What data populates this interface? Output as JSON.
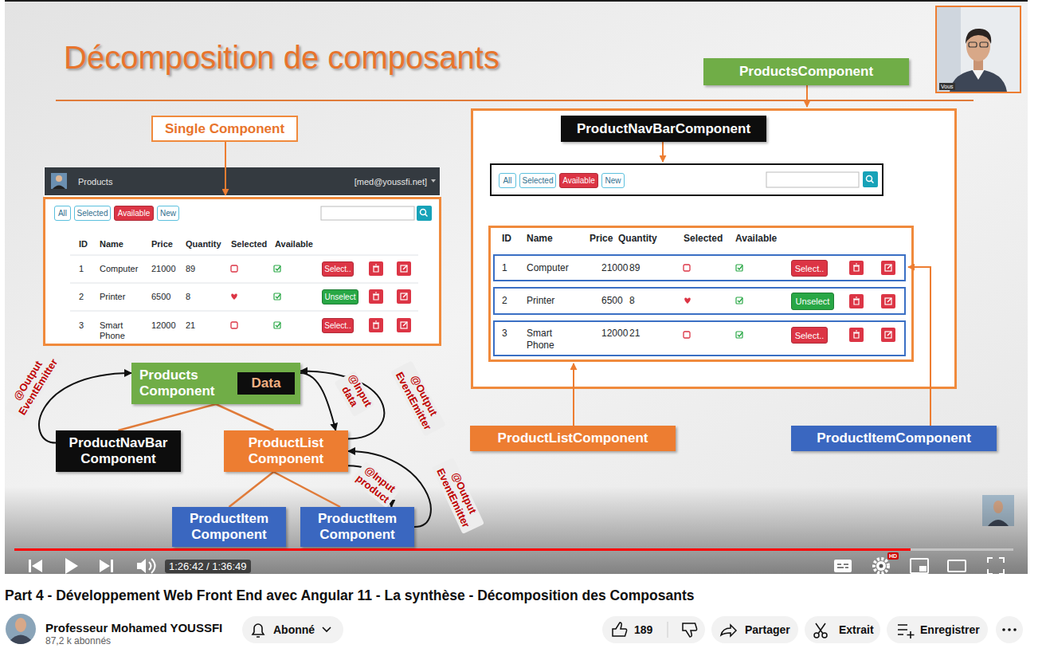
{
  "diagram": {
    "title": "Décomposition de composants",
    "nodes": [
      {
        "text": [
          "Single Component"
        ]
      },
      {
        "text": [
          "ProductsComponent"
        ]
      },
      {
        "text": [
          "ProductNavBarComponent"
        ]
      },
      {
        "text": [
          "Products",
          "[med@youssfi.net]"
        ]
      },
      {
        "text": [
          "All"
        ]
      },
      {
        "text": [
          "Selected"
        ]
      },
      {
        "text": [
          "Available"
        ]
      },
      {
        "text": [
          "New"
        ]
      },
      {
        "text": [
          "All"
        ]
      },
      {
        "text": [
          "Selected"
        ]
      },
      {
        "text": [
          "Available"
        ]
      },
      {
        "text": [
          "New"
        ]
      },
      {
        "text": [
          "Select.."
        ]
      },
      {
        "text": [
          "Unselect"
        ]
      },
      {
        "text": [
          "Select.."
        ]
      },
      {
        "text": [
          "Select.."
        ]
      },
      {
        "text": [
          "Unselect"
        ]
      },
      {
        "text": [
          "Select.."
        ]
      },
      {
        "text": [
          "Products Component"
        ]
      },
      {
        "text": [
          "Data"
        ],
        "in": 18
      },
      {
        "text": [
          "ProductNavBar Component"
        ]
      },
      {
        "text": [
          "ProductList Component"
        ]
      },
      {
        "text": [
          "ProductListComponent"
        ]
      },
      {
        "text": [
          "ProductItemComponent"
        ]
      },
      {
        "text": [
          "ProductItem Component"
        ]
      },
      {
        "text": [
          "ProductItem Component"
        ]
      },
      {
        "text": [
          "Abonné"
        ]
      },
      {
        "text": [
          "189"
        ]
      },
      {
        "text": [
          "Partager"
        ]
      },
      {
        "text": [
          "Extrait"
        ]
      },
      {
        "text": [
          "Enregistrer"
        ]
      }
    ],
    "edges": [
      {
        "from": 18,
        "to": 20,
        "arrow": "none"
      },
      {
        "from": 18,
        "to": 21,
        "arrow": "none"
      },
      {
        "from": 21,
        "to": 24,
        "arrow": "none"
      },
      {
        "from": 21,
        "to": 25,
        "arrow": "none"
      },
      {
        "from": 20,
        "to": 18,
        "label": "@Output EventEmitter",
        "arrow": "to"
      },
      {
        "from": 18,
        "to": 21,
        "label": "@Input data",
        "arrow": "to"
      },
      {
        "from": 21,
        "to": 18,
        "label": "@Output EventEmitter",
        "arrow": "to"
      },
      {
        "from": 21,
        "to": 25,
        "label": "@Input product",
        "arrow": "to"
      },
      {
        "from": 25,
        "to": 21,
        "label": "@Output EventEmitter",
        "arrow": "to"
      }
    ],
    "labels": [
      "Vous",
      "ID",
      "Name",
      "Price",
      "Quantity",
      "Selected",
      "Available",
      "1",
      "Computer",
      "21000",
      "89",
      "2",
      "Printer",
      "6500",
      "8",
      "3",
      "Smart Phone",
      "12000",
      "21",
      "ID",
      "Name",
      "Price",
      "Quantity",
      "Selected",
      "Available",
      "1",
      "Computer",
      "21000",
      "89",
      "2",
      "Printer",
      "6500",
      "8",
      "3",
      "Smart Phone",
      "12000",
      "21",
      "HD",
      "1:26:42 / 1:36:49",
      "Part 4 - Développement Web Front End avec Angular 11 - La synthèse - Décomposition des Composants",
      "Professeur Mohamed YOUSSFI",
      "87,2 k abonnés"
    ]
  }
}
